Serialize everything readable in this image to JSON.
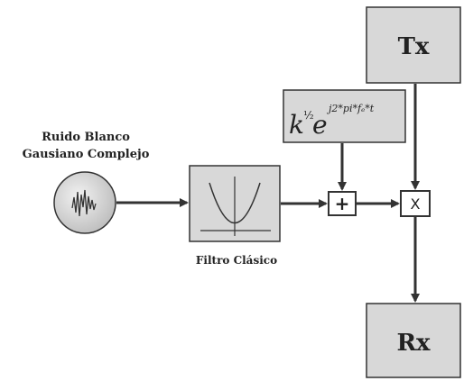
{
  "noise_source": {
    "label_line1": "Ruido Blanco",
    "label_line2": "Gausiano Complejo"
  },
  "filter": {
    "label": "Filtro Clásico"
  },
  "doppler": {
    "k": "k",
    "half": "½",
    "e": "e",
    "exponent": "j2*pi*fₑ*t"
  },
  "adder": {
    "symbol": "+"
  },
  "multiplier": {
    "symbol": "X"
  },
  "tx": {
    "label": "Tx"
  },
  "rx": {
    "label": "Rx"
  },
  "colors": {
    "box_fill": "#d8d8d8",
    "box_stroke": "#333333",
    "arrow": "#333333"
  }
}
